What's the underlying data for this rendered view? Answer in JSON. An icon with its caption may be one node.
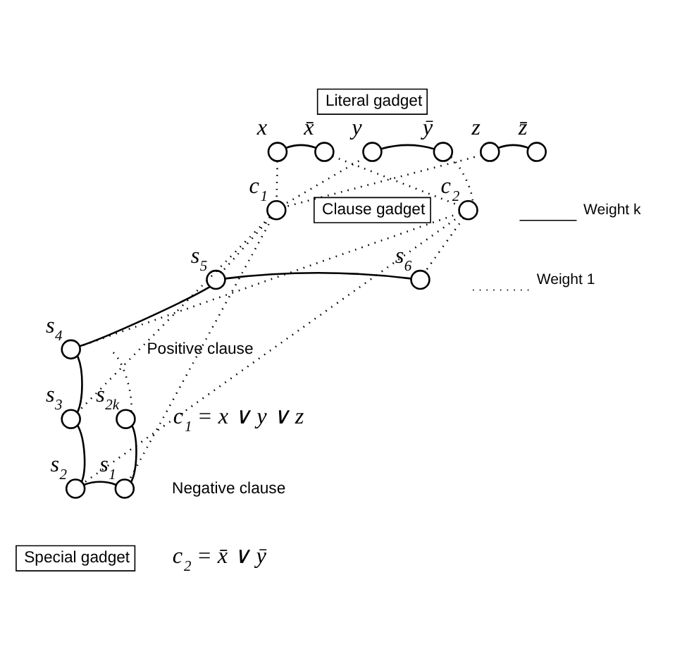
{
  "diagram": {
    "nodes": [
      {
        "text": [
          "Literal gadget"
        ]
      },
      {
        "text": [],
        "shape": "circle",
        "beside": [
          "x"
        ]
      },
      {
        "text": [],
        "shape": "circle",
        "beside": [
          "x̄"
        ]
      },
      {
        "text": [],
        "shape": "circle",
        "beside": [
          "y"
        ]
      },
      {
        "text": [],
        "shape": "circle",
        "beside": [
          "ȳ"
        ]
      },
      {
        "text": [],
        "shape": "circle",
        "beside": [
          "z"
        ]
      },
      {
        "text": [],
        "shape": "circle",
        "beside": [
          "z̄"
        ]
      },
      {
        "text": [],
        "shape": "circle",
        "beside": [
          "c$_{1}$"
        ]
      },
      {
        "text": [],
        "shape": "circle",
        "beside": [
          "c$_{2}$"
        ]
      },
      {
        "text": [
          "Clause gadget"
        ]
      },
      {
        "text": [],
        "shape": "circle",
        "beside": [
          "s$_{5}$"
        ]
      },
      {
        "text": [],
        "shape": "circle",
        "beside": [
          "s$_{6}$"
        ]
      },
      {
        "text": [],
        "shape": "circle",
        "beside": [
          "s$_{4}$"
        ]
      },
      {
        "text": [],
        "shape": "circle",
        "beside": [
          "s$_{3}$"
        ]
      },
      {
        "text": [],
        "shape": "circle",
        "beside": [
          "s$_{2k}$"
        ]
      },
      {
        "text": [],
        "shape": "circle",
        "beside": [
          "s$_{2}$"
        ]
      },
      {
        "text": [],
        "shape": "circle",
        "beside": [
          "s$_{1}$"
        ]
      },
      {
        "text": [
          "Special gadget"
        ]
      }
    ],
    "edges": [
      {
        "from": 1,
        "to": 2,
        "arrow": "none"
      },
      {
        "from": 3,
        "to": 4,
        "arrow": "none"
      },
      {
        "from": 5,
        "to": 6,
        "arrow": "none"
      },
      {
        "from": 1,
        "to": 7,
        "arrow": "none",
        "style": "dashed"
      },
      {
        "from": 3,
        "to": 7,
        "arrow": "none",
        "style": "dashed"
      },
      {
        "from": 5,
        "to": 7,
        "arrow": "none",
        "style": "dashed"
      },
      {
        "from": 2,
        "to": 8,
        "arrow": "none",
        "style": "dashed"
      },
      {
        "from": 4,
        "to": 8,
        "arrow": "none",
        "style": "dashed"
      },
      {
        "from": 7,
        "to": 13,
        "arrow": "none",
        "style": "dashed"
      },
      {
        "from": 7,
        "to": 10,
        "arrow": "none",
        "style": "dashed"
      },
      {
        "from": 7,
        "to": 16,
        "arrow": "none",
        "style": "dashed"
      },
      {
        "from": 8,
        "to": 11,
        "arrow": "none",
        "style": "dashed"
      },
      {
        "from": 8,
        "to": 12,
        "arrow": "none",
        "style": "dashed"
      },
      {
        "from": 8,
        "to": 15,
        "arrow": "none",
        "style": "dashed"
      },
      {
        "from": 10,
        "to": 11,
        "arrow": "none"
      },
      {
        "from": 12,
        "to": 10,
        "arrow": "none"
      },
      {
        "from": 13,
        "to": 12,
        "arrow": "none"
      },
      {
        "from": 15,
        "to": 13,
        "arrow": "none"
      },
      {
        "from": 16,
        "to": 15,
        "arrow": "none"
      },
      {
        "from": 16,
        "to": 14,
        "arrow": "none"
      },
      {
        "from": 14,
        "to": null,
        "arrow": "none",
        "style": "dashed"
      }
    ],
    "labels": [
      "Positive clause",
      "c$_{1}$ = x ∨ y ∨ z",
      "Negative clause",
      "c$_{2}$ = x̄ ∨ ȳ"
    ],
    "legend": [
      {
        "text": "Weight k"
      },
      {
        "text": "Weight 1"
      }
    ]
  }
}
